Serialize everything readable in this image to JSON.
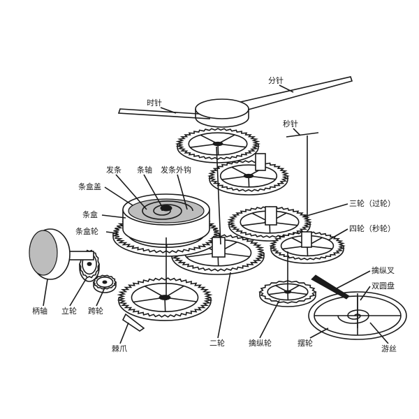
{
  "labels": {
    "minute_hand": "分针",
    "hour_hand": "时针",
    "second_hand": "秒针",
    "spring": "发条",
    "arbor": "条轴",
    "spring_hook": "发条外钩",
    "barrel_cover": "条盒盖",
    "barrel": "条盒",
    "barrel_wheel": "条盒轮",
    "third_wheel": "三轮（过轮）",
    "fourth_wheel": "四轮（秒轮）",
    "pallet_fork": "擒纵叉",
    "double_roller": "双圆盘",
    "crown": "柄轴",
    "clutch_wheel": "立轮",
    "crown_wheel": "跨轮",
    "click": "棘爪",
    "center_wheel": "二轮",
    "escape_wheel": "擒纵轮",
    "balance_wheel": "摆轮",
    "hairspring": "游丝"
  },
  "colors": {
    "ink": "#1a1a1a",
    "paper": "#ffffff",
    "shade": "#bdbdbd"
  }
}
